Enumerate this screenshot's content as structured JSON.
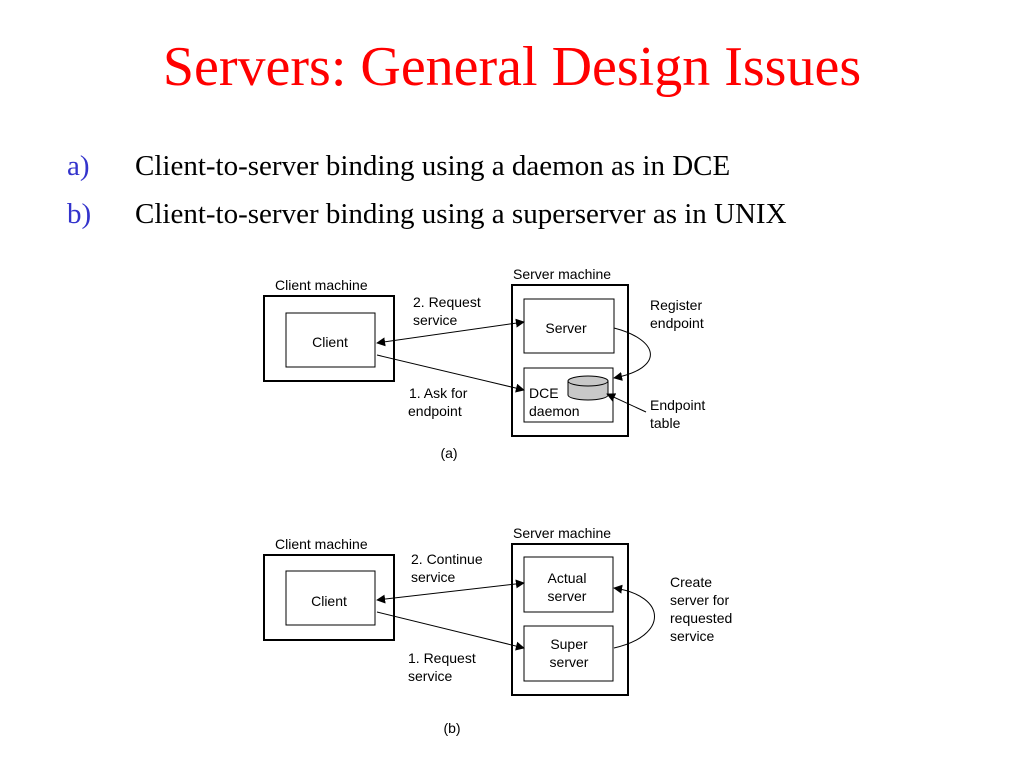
{
  "slide": {
    "title": "Servers: General Design Issues",
    "bullets": [
      {
        "marker": "a)",
        "text": "Client-to-server binding using a daemon as in DCE"
      },
      {
        "marker": "b)",
        "text": "Client-to-server binding using a superserver as in UNIX"
      }
    ]
  },
  "colors": {
    "title": "#ff0000",
    "marker": "#3333cc",
    "db_fill": "#c8c8c8"
  },
  "diagram_a": {
    "client_machine_label": "Client machine",
    "client_label": "Client",
    "server_machine_label": "Server machine",
    "server_label": "Server",
    "daemon_label": [
      "DCE",
      "daemon"
    ],
    "request_label": [
      "2. Request",
      "service"
    ],
    "ask_label": [
      "1. Ask for",
      "endpoint"
    ],
    "register_label": [
      "Register",
      "endpoint"
    ],
    "table_label": [
      "Endpoint",
      "table"
    ],
    "caption": "(a)"
  },
  "diagram_b": {
    "client_machine_label": "Client machine",
    "client_label": "Client",
    "server_machine_label": "Server machine",
    "actual_label": [
      "Actual",
      "server"
    ],
    "super_label": [
      "Super",
      "server"
    ],
    "continue_label": [
      "2. Continue",
      "service"
    ],
    "request_label": [
      "1. Request",
      "service"
    ],
    "create_label": [
      "Create",
      "server for",
      "requested",
      "service"
    ],
    "caption": "(b)"
  }
}
